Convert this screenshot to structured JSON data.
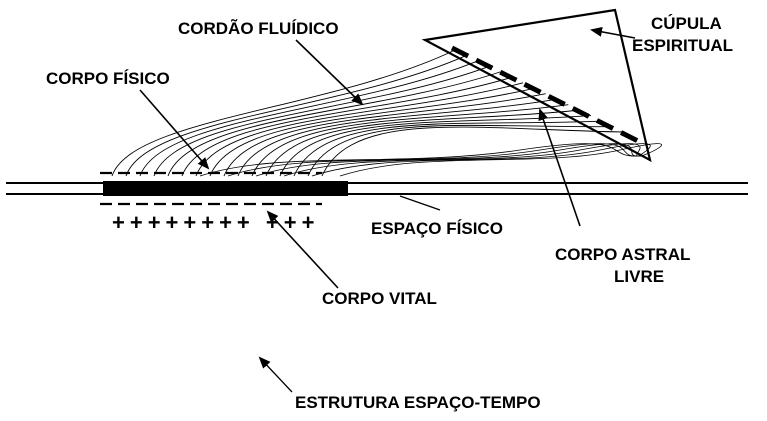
{
  "labels": {
    "cordao": "CORDÃO FLUÍDICO",
    "cupula_1": "CÚPULA",
    "cupula_2": "ESPIRITUAL",
    "corpo_fisico": "CORPO FÍSICO",
    "espaco_fisico": "ESPAÇO FÍSICO",
    "corpo_astral_1": "CORPO ASTRAL",
    "corpo_astral_2": "LIVRE",
    "corpo_vital": "CORPO VITAL",
    "estrutura": "ESTRUTURA ESPAÇO-TEMPO"
  },
  "vital_marks": "++++++++ +++"
}
